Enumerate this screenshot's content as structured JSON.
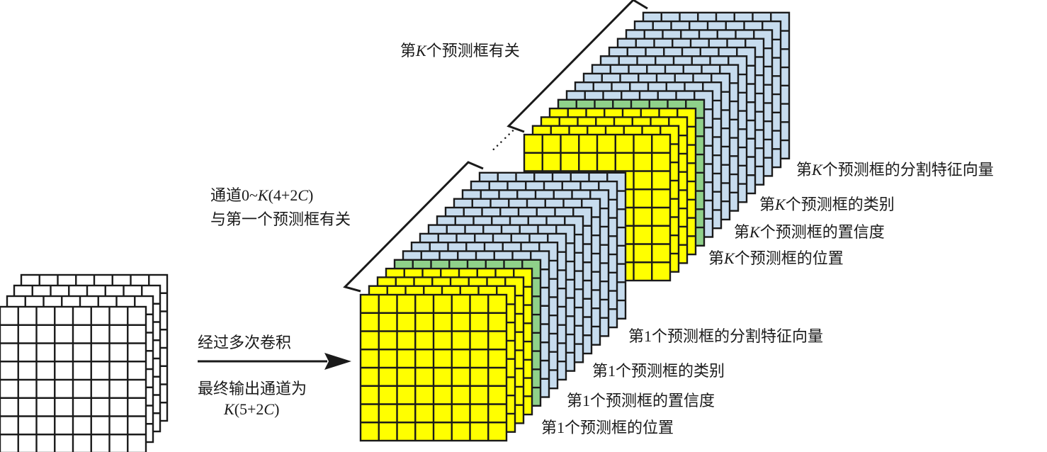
{
  "colors": {
    "grid_line": "#1a1a1a",
    "yellow": "#ffff00",
    "green": "#8fd18a",
    "blue": "#c7dcee",
    "white": "#ffffff"
  },
  "input": {
    "label": "input-feature-stack"
  },
  "arrow": {
    "text_above": "经过多次卷积",
    "text_below_1": "最终输出通道为",
    "text_below_2_italic": "K",
    "text_below_2_rest": "(5+2",
    "text_below_2_italic2": "C",
    "text_below_2_end": ")"
  },
  "group_first": {
    "bracket_line1_a": "通道0~",
    "bracket_line1_k": "K",
    "bracket_line1_b": "(4+2",
    "bracket_line1_c": "C",
    "bracket_line1_d": ")",
    "bracket_line2": "与第一个预测框有关",
    "labels": [
      "第1个预测框的分割特征向量",
      "第1个预测框的类别",
      "第1个预测框的置信度",
      "第1个预测框的位置"
    ]
  },
  "group_k": {
    "bracket_a": "第",
    "bracket_k": "K",
    "bracket_b": "个预测框有关",
    "labels_prefix": "第",
    "labels_k": "K",
    "labels": [
      "个预测框的分割特征向量",
      "个预测框的类别",
      "个预测框的置信度",
      "个预测框的位置"
    ]
  },
  "ellipsis": "……"
}
